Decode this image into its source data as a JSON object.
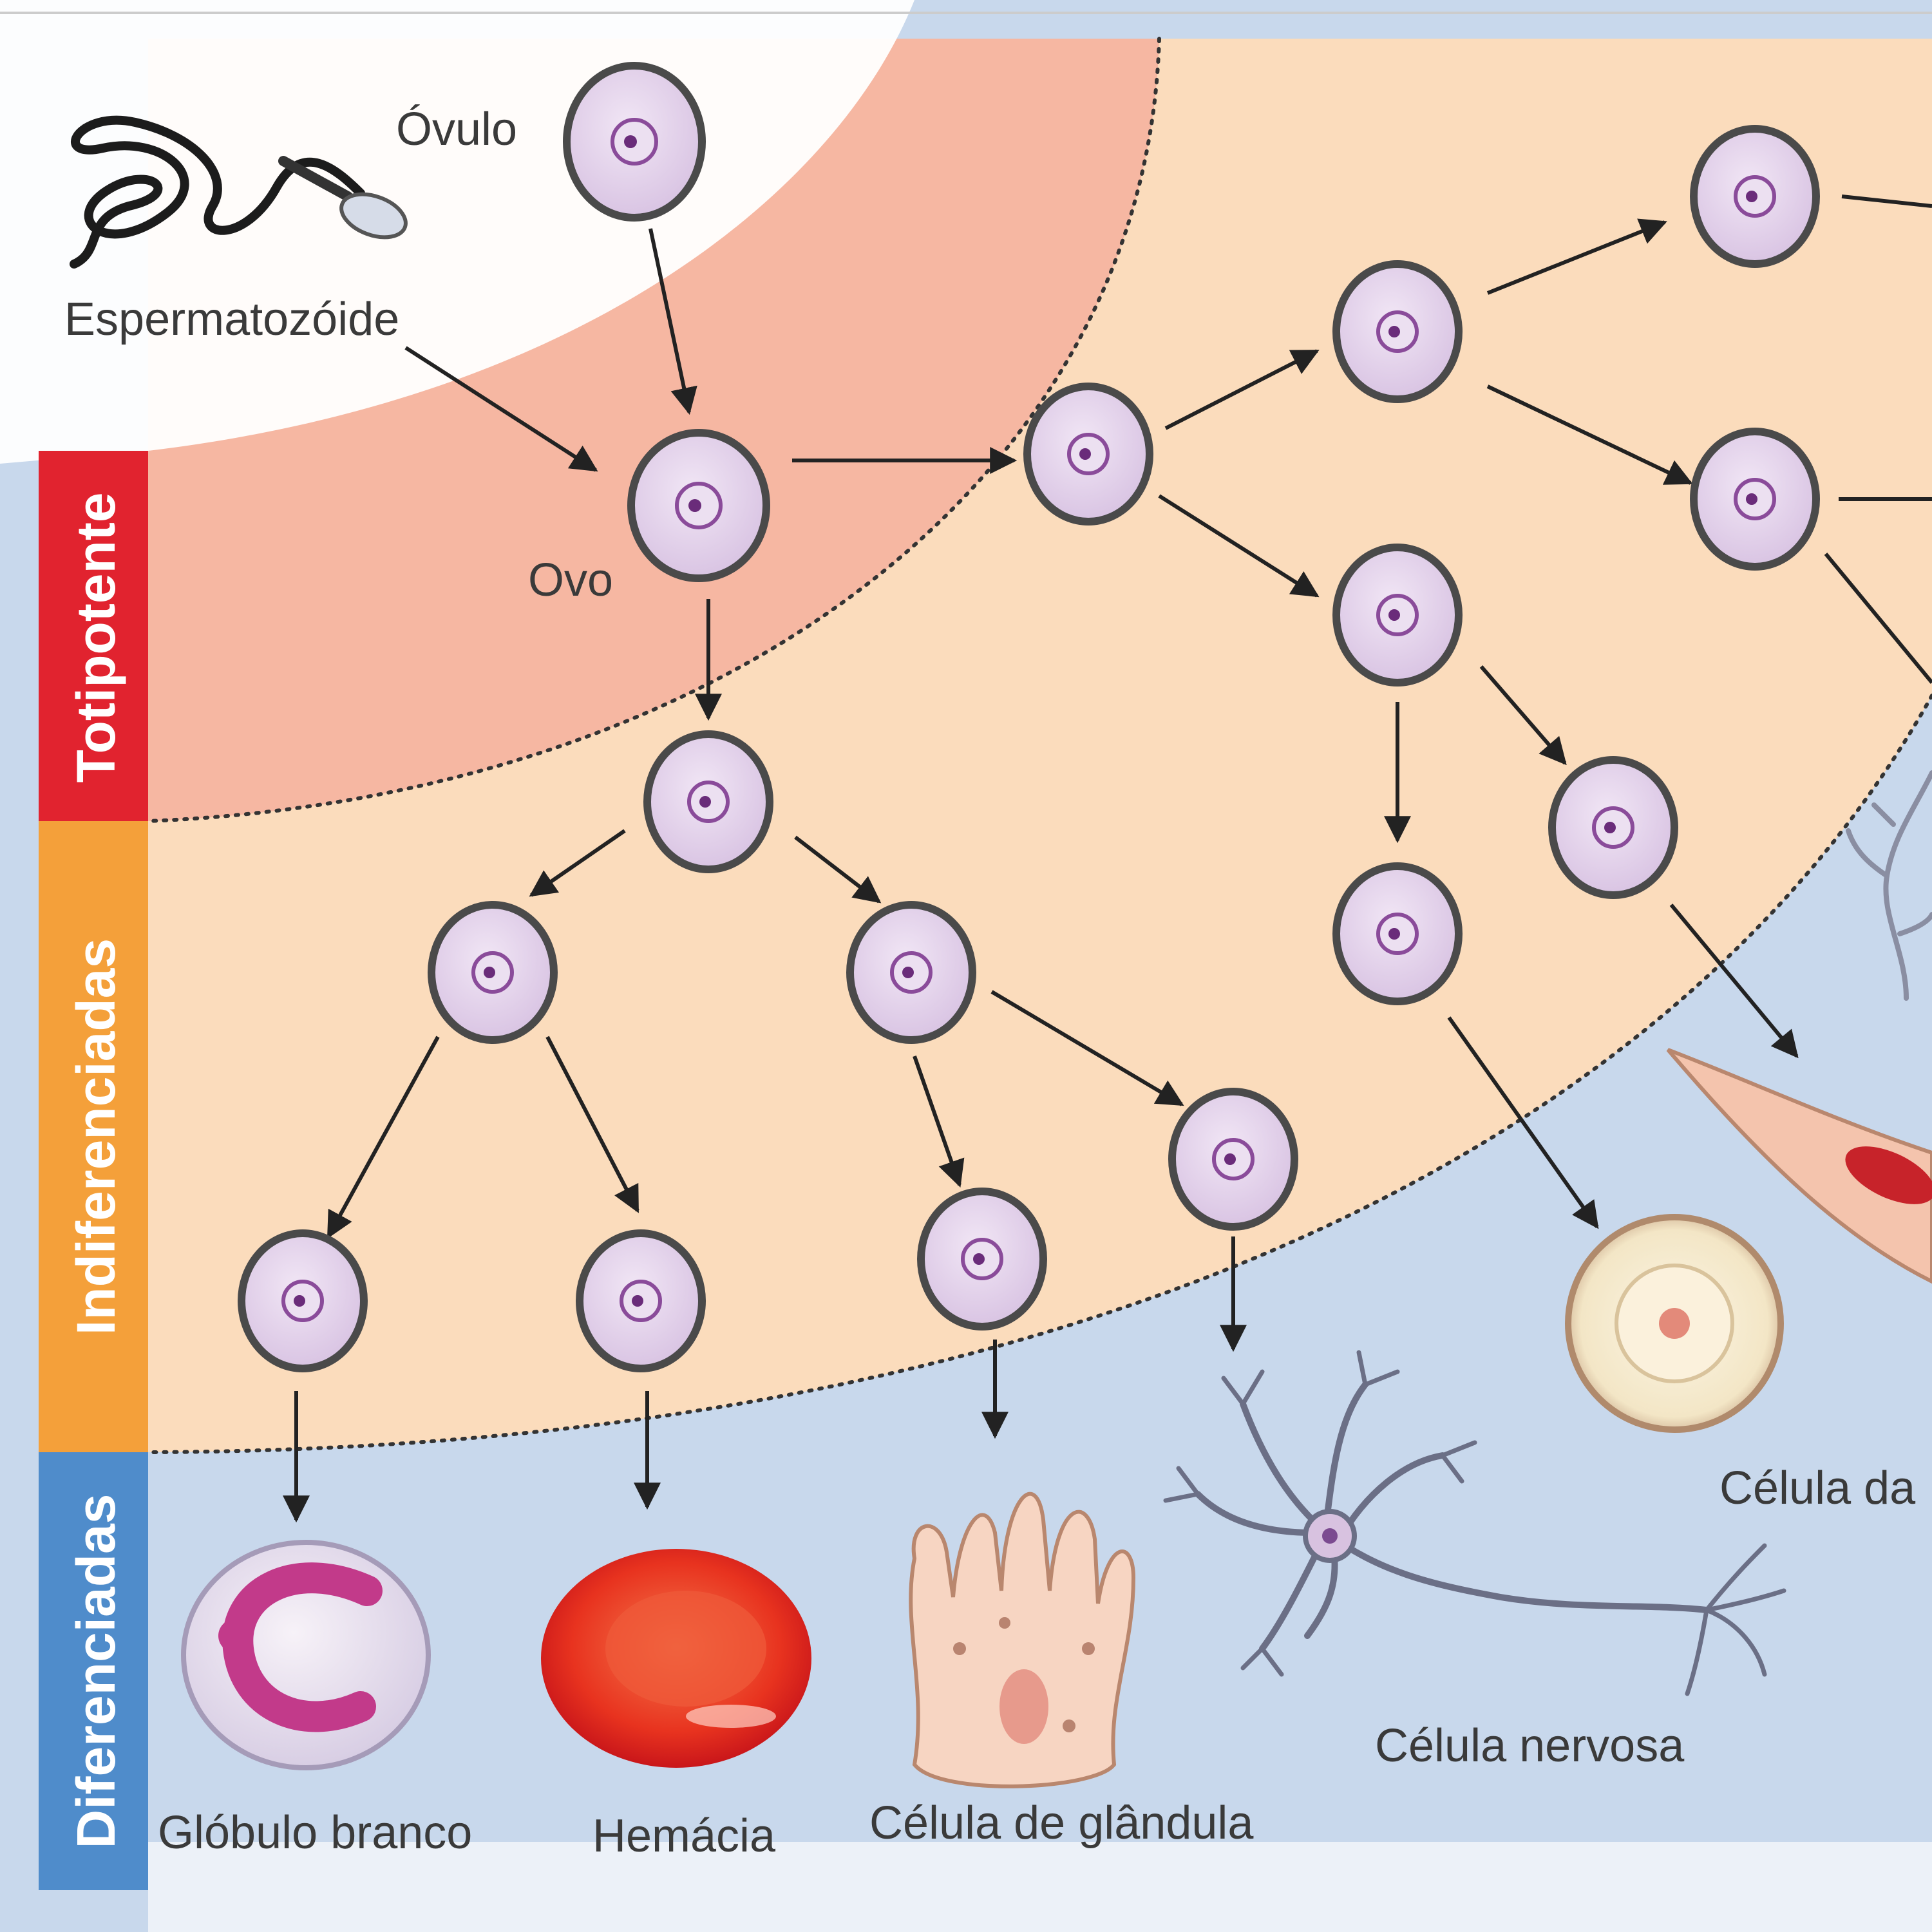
{
  "labels": {
    "ovulo": "Óvulo",
    "espermatozoide": "Espermatozóide",
    "ovo": "Ovo",
    "globulo_branco": "Glóbulo branco",
    "hemacia": "Hemácia",
    "celula_glandula": "Célula de glândula",
    "celula_nervosa": "Célula nervosa",
    "celula_da": "Célula da"
  },
  "sidebar": {
    "totipotente": "Totipotente",
    "indiferenciadas": "Indiferenciadas",
    "diferenciadas": "Diferenciadas"
  },
  "colors": {
    "totipotente": "#e1232f",
    "indiferenciadas": "#f4a03a",
    "diferenciadas": "#4f8ccb",
    "zone_totipotente": "#f6b7a2",
    "zone_indiferenciadas": "#fbdcbc",
    "zone_diferenciadas": "#c8d8ec",
    "cell_fill": "#e6d6ee",
    "hemacia": "#e6261f"
  }
}
